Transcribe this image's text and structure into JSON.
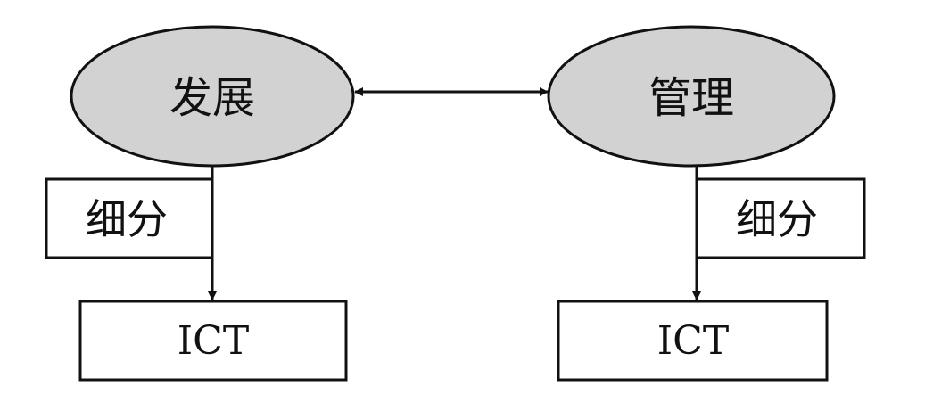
{
  "diagram": {
    "left_node": "发展",
    "right_node": "管理",
    "left_detail": "细分",
    "right_detail": "细分",
    "left_output": "ICT",
    "right_output": "ICT"
  },
  "colors": {
    "ellipse_fill": "#d2d2d2",
    "stroke": "#111111",
    "box_fill": "#ffffff"
  }
}
